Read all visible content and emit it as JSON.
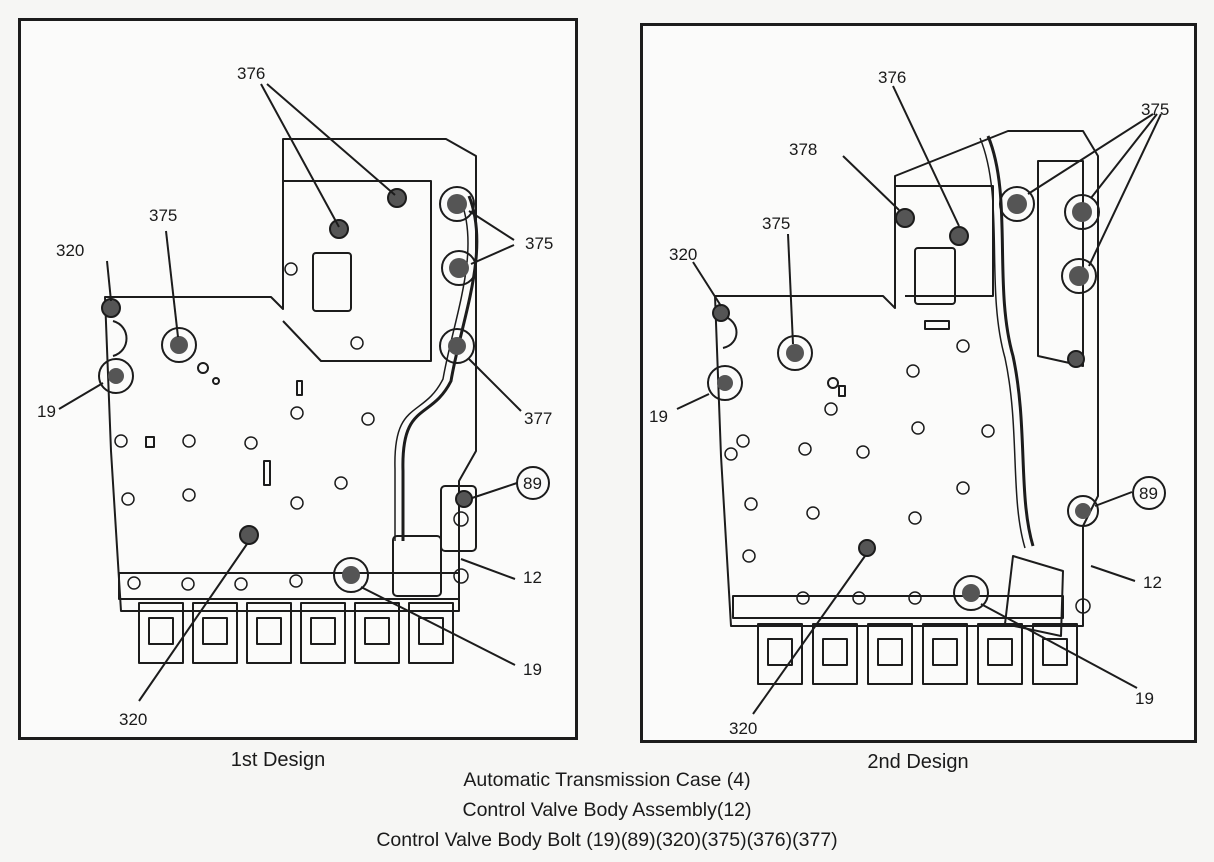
{
  "panels": [
    {
      "id": "panel-1",
      "design_label": "1st Design",
      "callouts": {
        "c376": "376",
        "c375_left": "375",
        "c320_top": "320",
        "c375_right": "375",
        "c19_left": "19",
        "c377": "377",
        "c89": "89",
        "c12": "12",
        "c19_bottom": "19",
        "c320_bottom": "320"
      }
    },
    {
      "id": "panel-2",
      "design_label": "2nd Design",
      "callouts": {
        "c376": "376",
        "c375_right": "375",
        "c378": "378",
        "c375_left": "375",
        "c320_top": "320",
        "c19_left": "19",
        "c89": "89",
        "c12": "12",
        "c19_bottom": "19",
        "c320_bottom": "320"
      }
    }
  ],
  "captions": [
    "Automatic Transmission Case (4)",
    "Control Valve Body Assembly(12)",
    "Control Valve Body Bolt (19)(89)(320)(375)(376)(377)"
  ],
  "colors": {
    "line": "#1c1c1c",
    "bolt": "#555555",
    "paper": "#fbfbfa"
  }
}
